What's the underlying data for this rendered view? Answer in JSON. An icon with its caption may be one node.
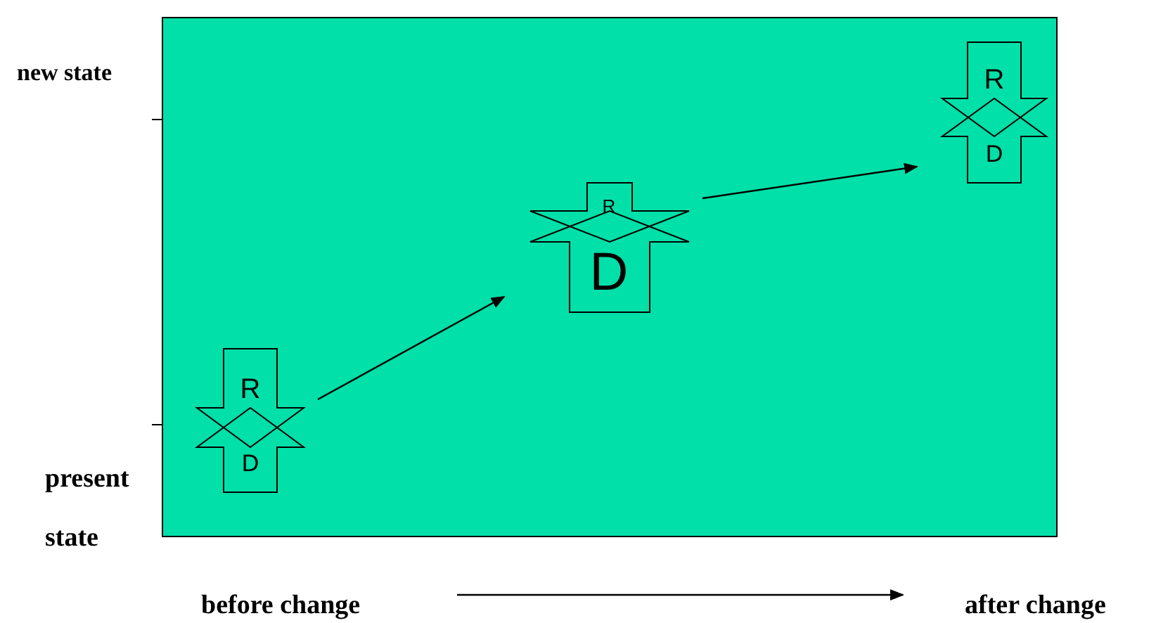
{
  "diagram": {
    "nodes": [
      {
        "text": [
          "R",
          "D"
        ]
      },
      {
        "text": [
          "R",
          "D"
        ]
      },
      {
        "text": [
          "R",
          "D"
        ]
      }
    ],
    "edges": [
      {
        "from": 0,
        "to": 1,
        "arrow": "to"
      },
      {
        "from": 1,
        "to": 2,
        "arrow": "to"
      }
    ],
    "labels": [
      "new state",
      "present state",
      "before change",
      "after change"
    ]
  }
}
